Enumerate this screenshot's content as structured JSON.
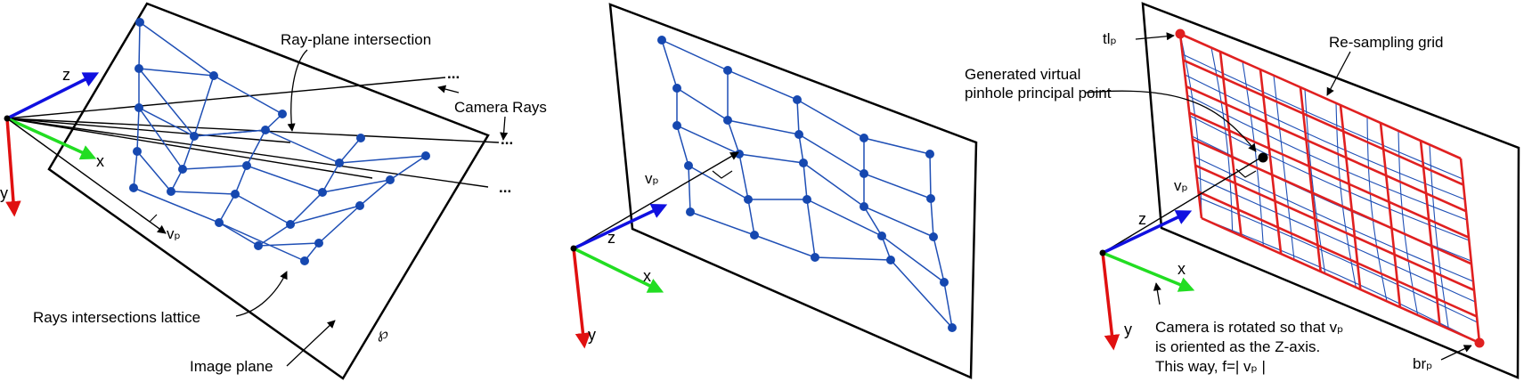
{
  "colors": {
    "lattice": "#1f4fb5",
    "lattice_dot": "#1648b0",
    "grid_red": "#e02020",
    "axis_z": "#1010e0",
    "axis_x": "#22dd22",
    "axis_y": "#e01010",
    "outline": "#000000"
  },
  "panel1": {
    "labels": {
      "ray_plane": "Ray-plane intersection",
      "camera_rays": "Camera Rays",
      "lattice": "Rays intersections lattice",
      "image_plane": "Image plane",
      "vp": "vₚ",
      "plane_symbol": "℘",
      "dots1": "...",
      "dots2": "...",
      "dots3": "..."
    },
    "axes": {
      "z": "z",
      "x": "x",
      "y": "y"
    }
  },
  "panel2": {
    "labels": {
      "vp": "vₚ"
    },
    "axes": {
      "z": "z",
      "x": "x",
      "y": "y"
    }
  },
  "panel3": {
    "labels": {
      "tlp": "tlₚ",
      "brp": "brₚ",
      "resampling": "Re-sampling grid",
      "generated_1": "Generated virtual",
      "generated_2": "pinhole principal point",
      "vp": "vₚ",
      "caption_1": "Camera is rotated so that vₚ",
      "caption_2": "is oriented as the Z-axis.",
      "caption_3": "This way, f=| vₚ |"
    },
    "axes": {
      "z": "z",
      "x": "x",
      "y": "y"
    }
  }
}
